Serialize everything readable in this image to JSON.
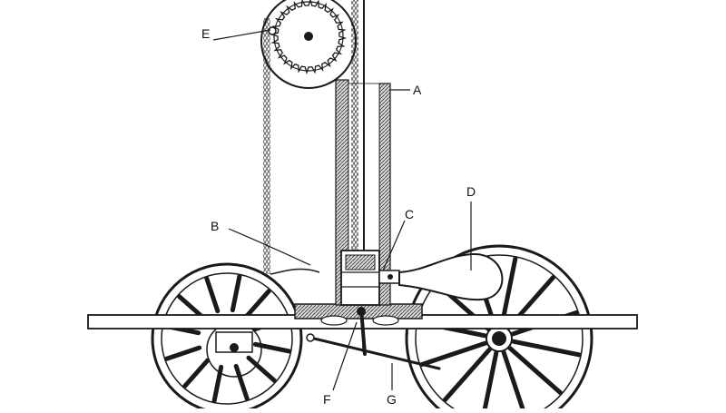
{
  "labels": {
    "A": "A",
    "B": "B",
    "C": "C",
    "D": "D",
    "E": "E",
    "F": "F",
    "G": "G"
  },
  "colors": {
    "ink": "#1a1a1a",
    "paper": "#ffffff"
  }
}
